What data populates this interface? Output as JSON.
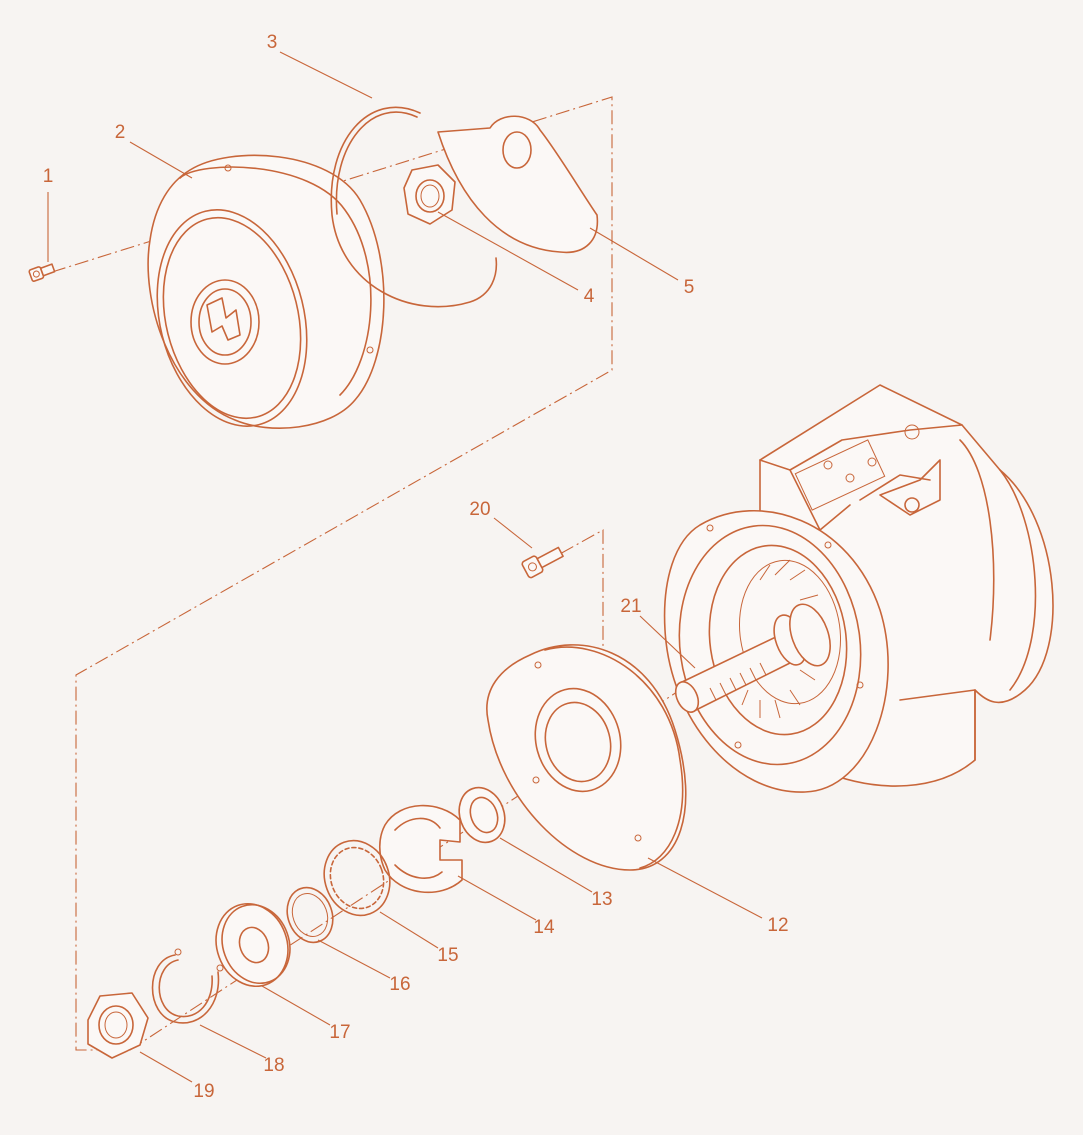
{
  "colors": {
    "ink": "#c8663a",
    "background": "#f7f4f2"
  },
  "logo_icon": "w-brand-logo-icon",
  "callouts": [
    {
      "id": "1",
      "label": "1"
    },
    {
      "id": "2",
      "label": "2"
    },
    {
      "id": "3",
      "label": "3"
    },
    {
      "id": "4",
      "label": "4"
    },
    {
      "id": "5",
      "label": "5"
    },
    {
      "id": "12",
      "label": "12"
    },
    {
      "id": "13",
      "label": "13"
    },
    {
      "id": "14",
      "label": "14"
    },
    {
      "id": "15",
      "label": "15"
    },
    {
      "id": "16",
      "label": "16"
    },
    {
      "id": "17",
      "label": "17"
    },
    {
      "id": "18",
      "label": "18"
    },
    {
      "id": "19",
      "label": "19"
    },
    {
      "id": "20",
      "label": "20"
    },
    {
      "id": "21",
      "label": "21"
    }
  ]
}
